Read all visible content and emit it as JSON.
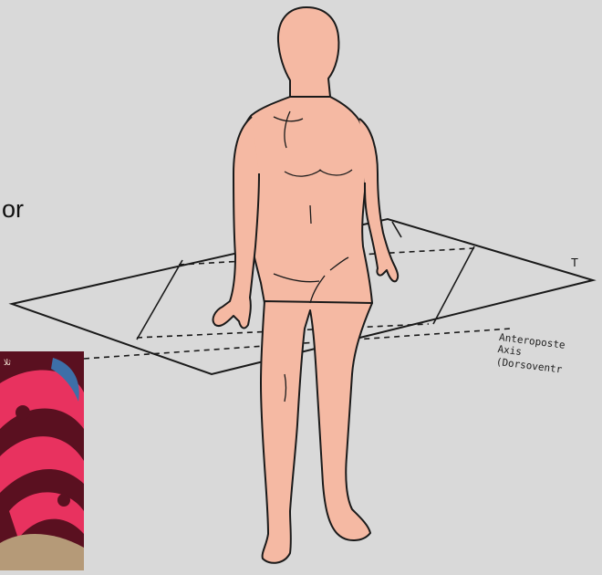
{
  "labels": {
    "left_fragment": "or",
    "right_fragment": "T",
    "axis_line1": "Anteroposte",
    "axis_line2": "Axis",
    "axis_line3": "(Dorsoventr"
  },
  "colors": {
    "background": "#d9d9d9",
    "skin": "#f5b9a3",
    "outline": "#1a1a1a",
    "pattern_maroon": "#5a1020",
    "pattern_pink": "#e8325f",
    "pattern_blue": "#3d6fa8",
    "pattern_tan": "#b59a78"
  },
  "icons": [
    "human-figure",
    "decorative-pattern-thumbnail"
  ]
}
